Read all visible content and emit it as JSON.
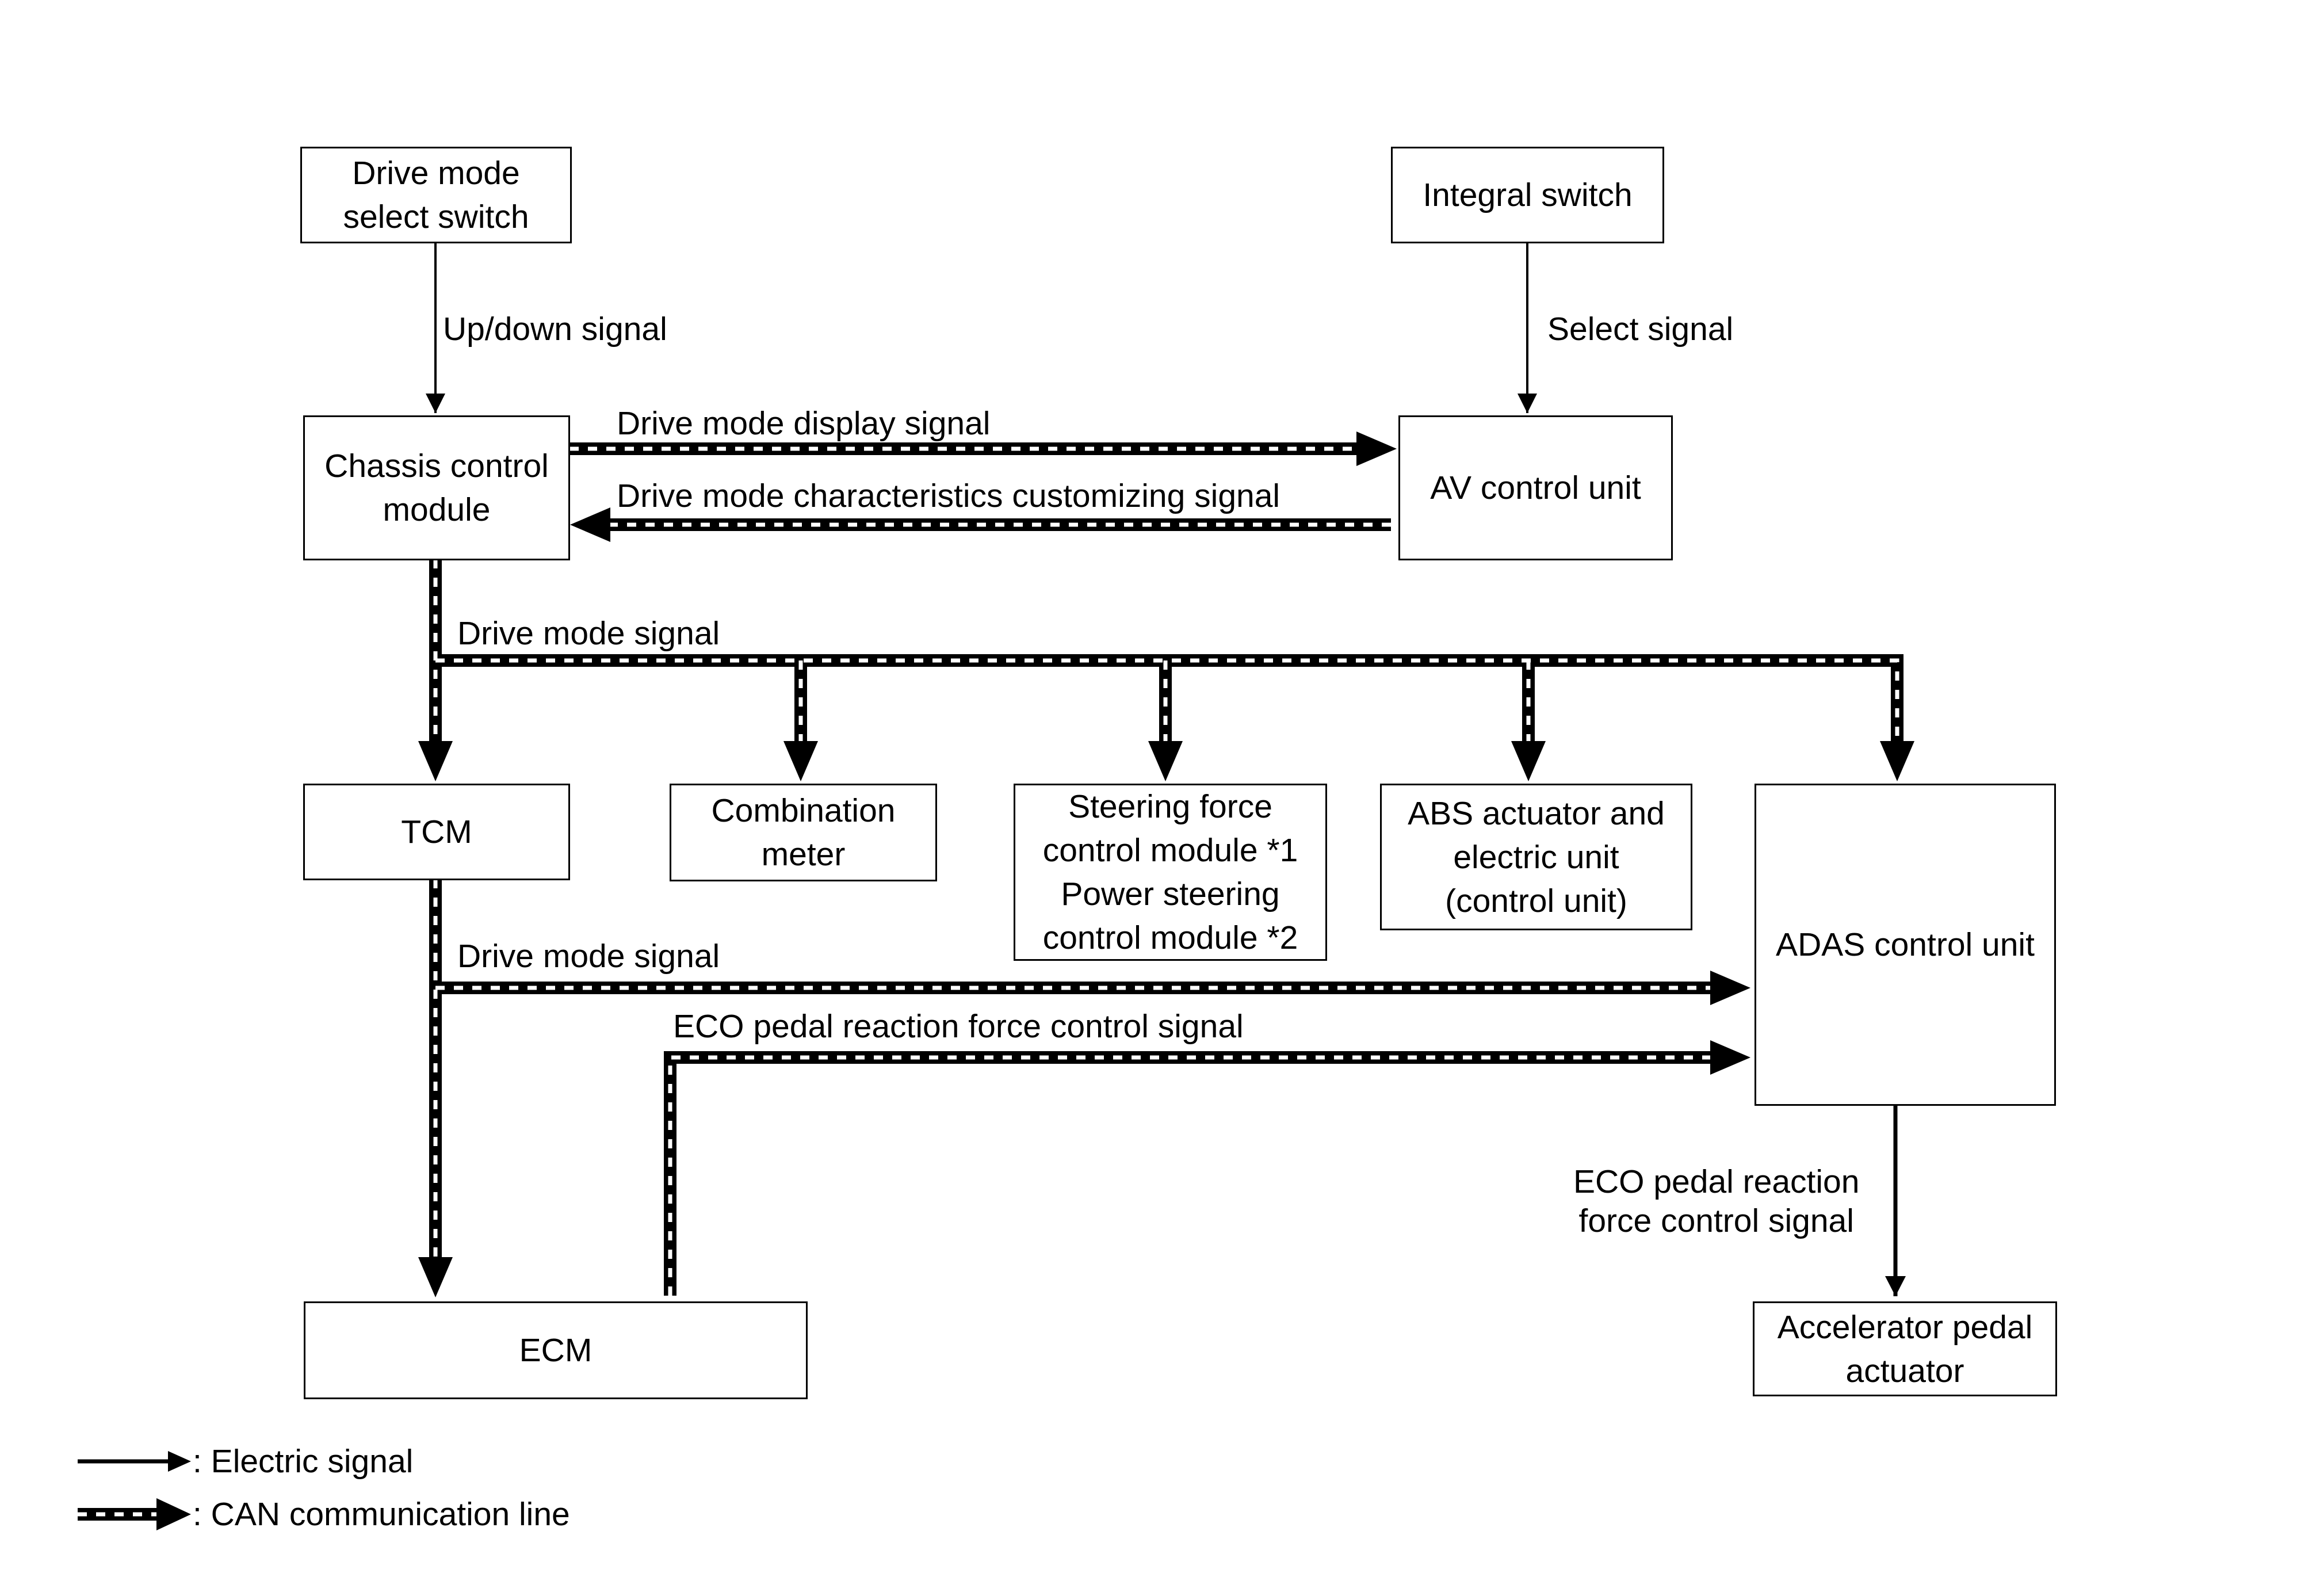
{
  "boxes": {
    "drive_mode_switch": "Drive mode\nselect switch",
    "integral_switch": "Integral switch",
    "chassis_control": "Chassis control\nmodule",
    "av_control": "AV control unit",
    "tcm": "TCM",
    "combination_meter": "Combination\nmeter",
    "steering_force": "Steering force\ncontrol module *1\nPower steering\ncontrol module *2",
    "abs_actuator": "ABS actuator and\nelectric unit\n(control unit)",
    "adas_control": "ADAS control unit",
    "ecm": "ECM",
    "accel_pedal": "Accelerator pedal\nactuator"
  },
  "signals": {
    "up_down": "Up/down signal",
    "select": "Select signal",
    "display": "Drive mode display signal",
    "customizing": "Drive mode characteristics customizing signal",
    "drive_mode_1": "Drive mode signal",
    "drive_mode_2": "Drive mode signal",
    "eco_1": "ECO pedal reaction force control signal",
    "eco_2": "ECO pedal reaction\nforce control signal"
  },
  "legend": {
    "electric": ": Electric signal",
    "can": ": CAN communication line"
  }
}
